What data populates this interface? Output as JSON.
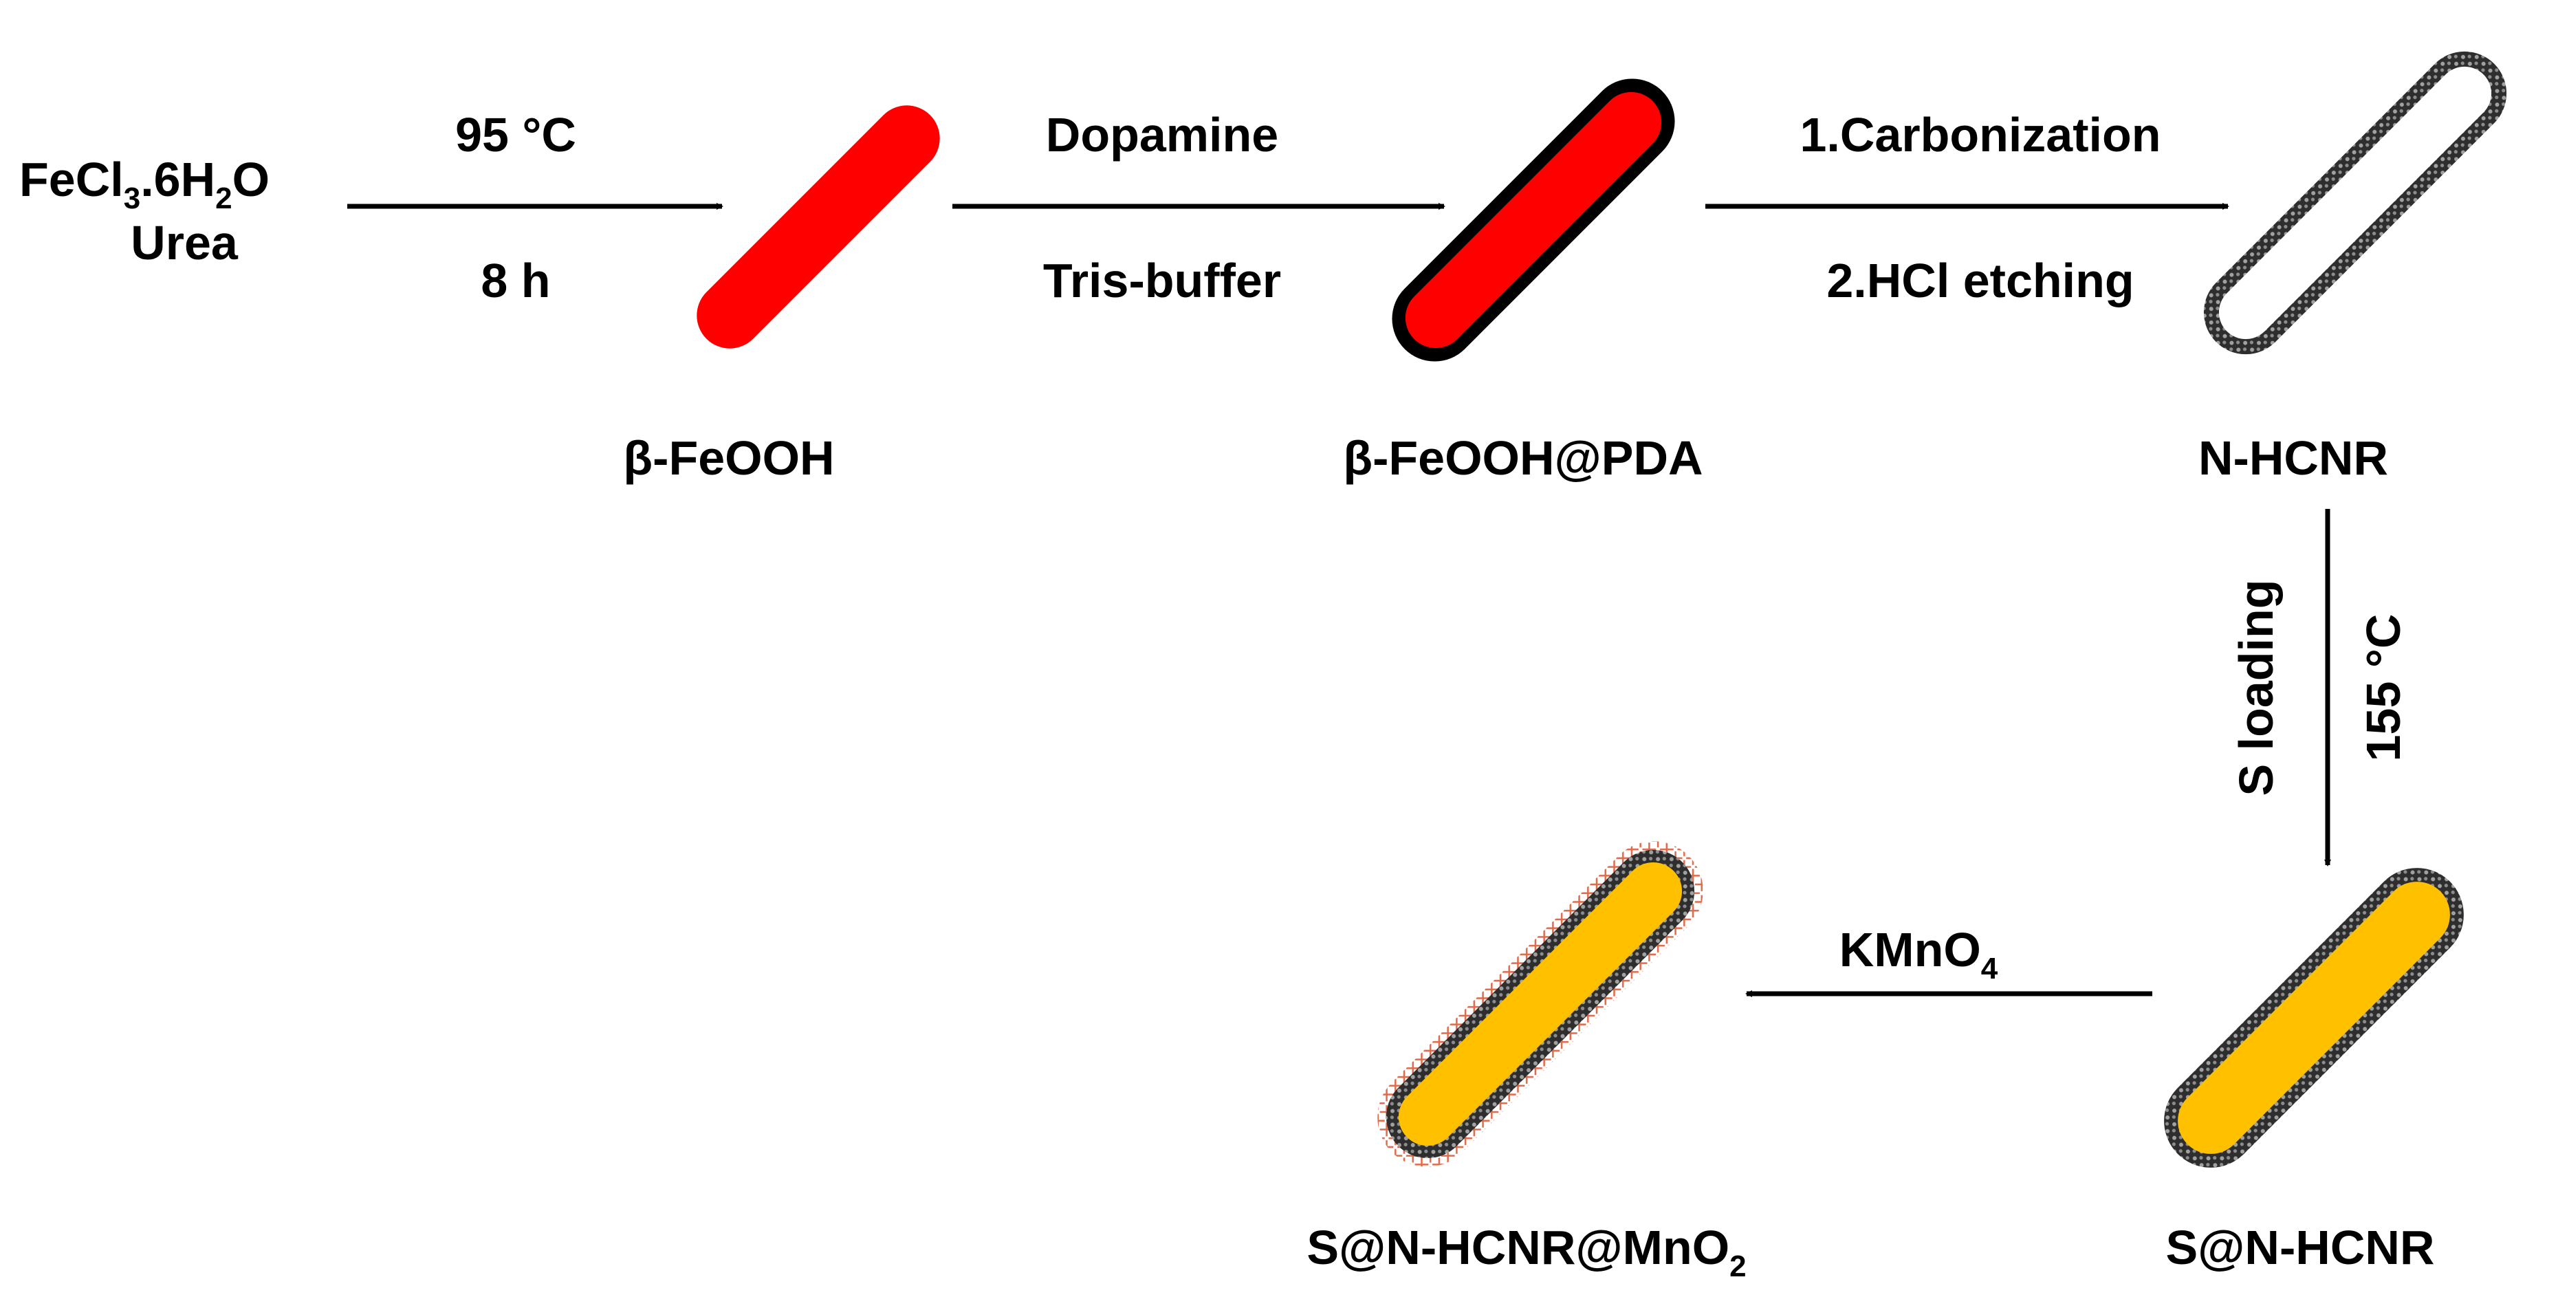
{
  "reagents": {
    "formula_main": "FeCl",
    "formula_sub1": "3",
    "formula_mid": ".6H",
    "formula_sub2": "2",
    "formula_end": "O",
    "urea": "Urea"
  },
  "step1": {
    "top": "95 °C",
    "bottom": "8 h"
  },
  "step2": {
    "top": "Dopamine",
    "bottom": "Tris-buffer"
  },
  "step3": {
    "top": "1.Carbonization",
    "bottom": "2.HCl etching"
  },
  "step4": {
    "left": "S loading",
    "right": "155 °C"
  },
  "step5": {
    "main": "KMnO",
    "sub": "4"
  },
  "products": {
    "p1": "β-FeOOH",
    "p2": "β-FeOOH@PDA",
    "p3": "N-HCNR",
    "p4": "S@N-HCNR",
    "p5_main": "S@N-HCNR@MnO",
    "p5_sub": "2"
  },
  "colors": {
    "feooh_fill": "#ff0000",
    "sulfur_fill": "#ffc000",
    "carbon_shell": "#000000",
    "mno2_shell": "#e06a4a",
    "arrow": "#000000"
  }
}
